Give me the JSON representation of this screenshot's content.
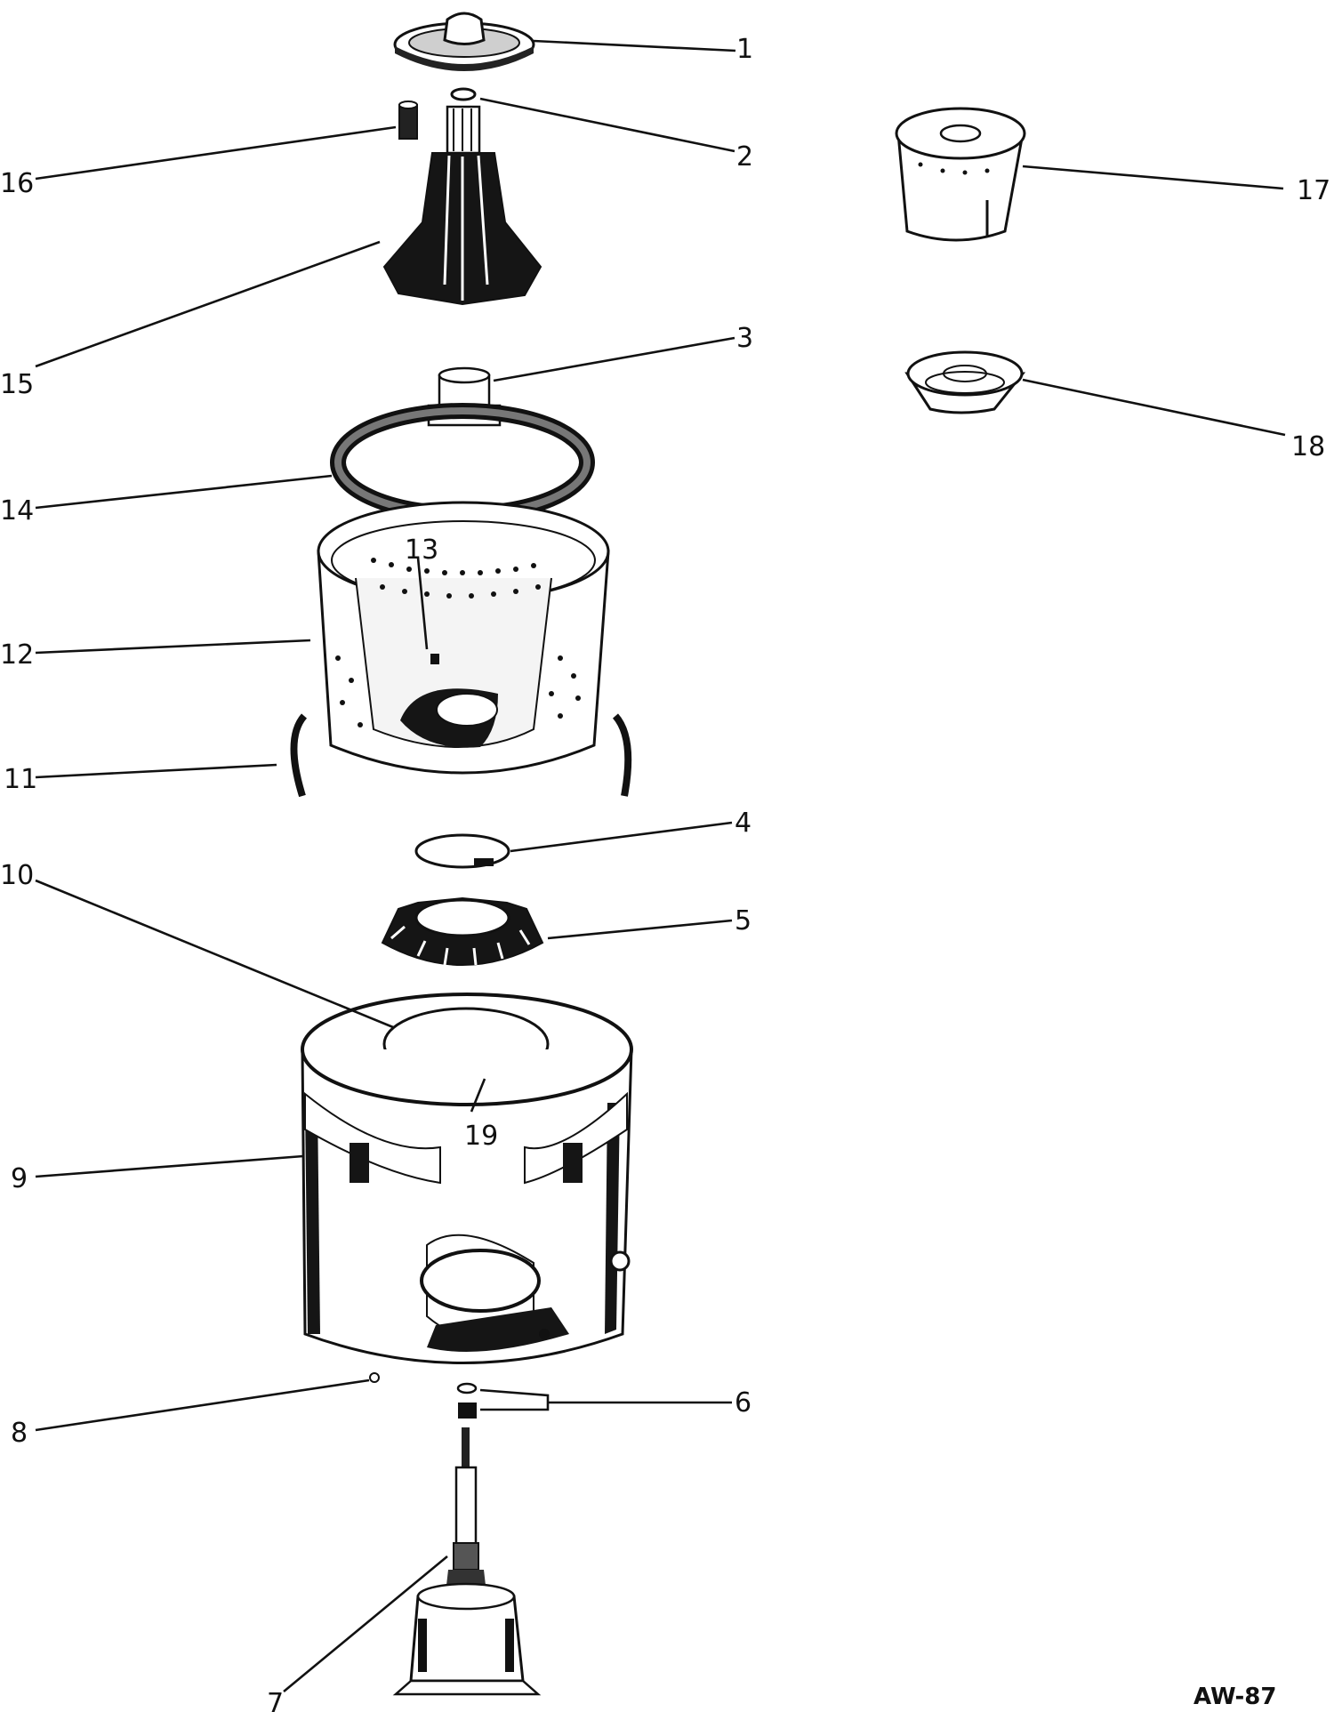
{
  "figure_code": "AW-87",
  "callouts": [
    "1",
    "2",
    "3",
    "4",
    "5",
    "6",
    "7",
    "8",
    "9",
    "10",
    "11",
    "12",
    "13",
    "14",
    "15",
    "16",
    "17",
    "18",
    "19"
  ]
}
